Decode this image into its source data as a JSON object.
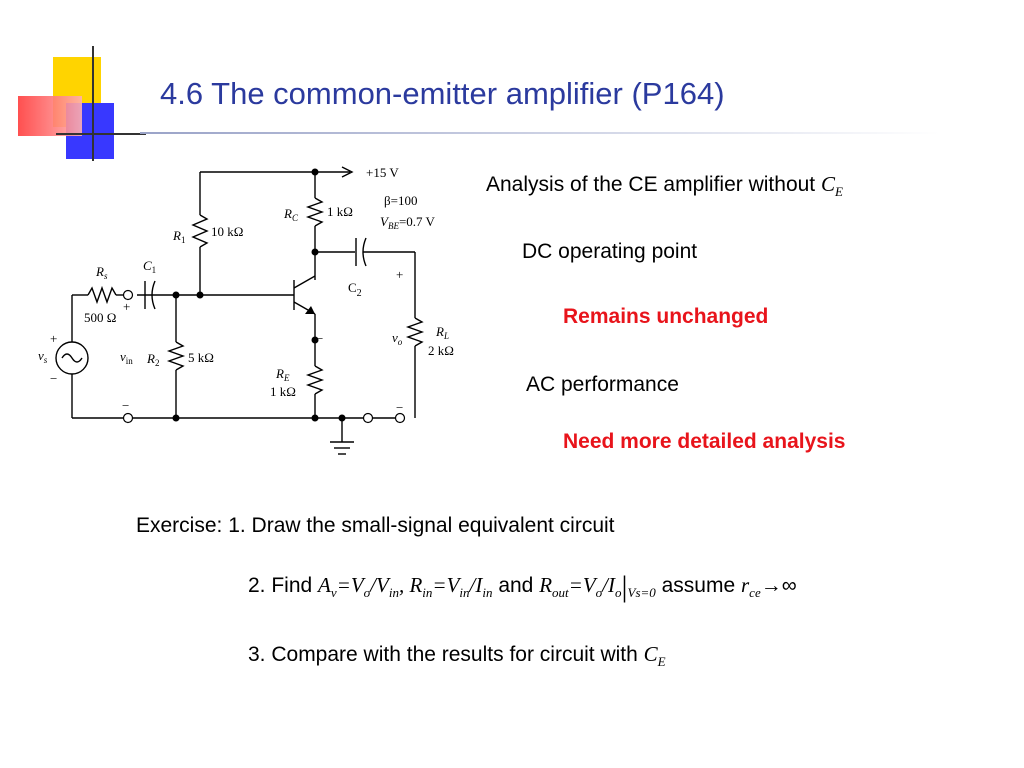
{
  "slide": {
    "title": "4.6 The common-emitter amplifier (P164)"
  },
  "circuit": {
    "supply": "+15 V",
    "beta": "β=100",
    "vbe_sym": "V",
    "vbe_sub": "BE",
    "vbe_val": "=0.7 V",
    "r1_sym": "R",
    "r1_sub": "1",
    "r1_val": "10 kΩ",
    "rc_sym": "R",
    "rc_sub": "C",
    "rc_val": "1 kΩ",
    "r2_sym": "R",
    "r2_sub": "2",
    "r2_val": "5 kΩ",
    "re_sym": "R",
    "re_sub": "E",
    "re_val": "1 kΩ",
    "rl_sym": "R",
    "rl_sub": "L",
    "rl_val": "2 kΩ",
    "rs_sym": "R",
    "rs_sub": "s",
    "rs_val": "500 Ω",
    "c1_sym": "C",
    "c1_sub": "1",
    "c2_sym": "C",
    "c2_sub": "2",
    "vs_sym": "v",
    "vs_sub": "s",
    "vin_sym": "v",
    "vin_sub": "in",
    "vo_sym": "v",
    "vo_sub": "o",
    "plus": "+",
    "minus": "−"
  },
  "analysis": {
    "heading": "Analysis of the CE amplifier without ",
    "heading_sym": "C",
    "heading_sub": "E",
    "dc": "DC operating point",
    "dc_result": "Remains unchanged",
    "ac": "AC performance",
    "ac_result": "Need more detailed analysis"
  },
  "exercise": {
    "line1": "Exercise: 1. Draw the small-signal equivalent circuit",
    "line2_prefix": "2. Find ",
    "av": "A",
    "av_sub": "v",
    "eq1": "=V",
    "vo_sub": "o",
    "div1": "/V",
    "in_sub": "in",
    "comma": ", ",
    "rin": "R",
    "rin_sub": "in",
    "eq2": "=V",
    "in_sub2": "in",
    "div2": "/I",
    "in_sub3": "in",
    "and": " and ",
    "rout": "R",
    "rout_sub": "out",
    "eq3": "=V",
    "o_sub2": "o",
    "div3": "/I",
    "o_sub3": "o",
    "bar": "|",
    "cond": "Vs=0",
    "assume": " assume ",
    "rce": "r",
    "rce_sub": "ce",
    "arrow_inf": "→∞",
    "line3_prefix": "3. Compare with the results for circuit with ",
    "ce_sym": "C",
    "ce_sub": "E"
  }
}
